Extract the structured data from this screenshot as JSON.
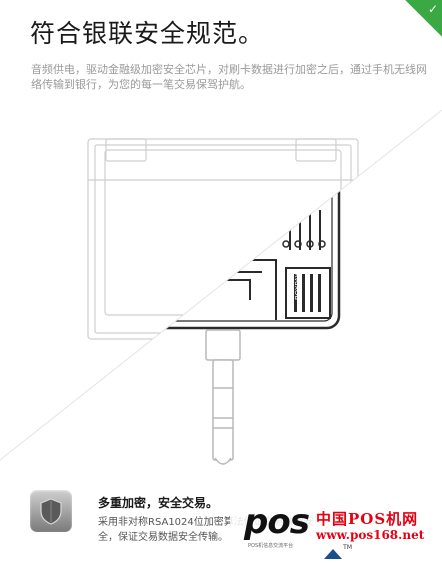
{
  "header": {
    "title": "符合银联安全规范。",
    "description": "音频供电，驱动金融级加密安全芯片，对刷卡数据进行加密之后，通过手机无线网络传输到银行，为您的每一笔交易保驾护航。"
  },
  "device": {
    "chip_label": "SLA500 P1200 ROM",
    "brand_chip_label": "BOXPAY"
  },
  "feature": {
    "title": "多重加密，安全交易。",
    "description": "采用非对称RSA1024位加密算法保证交易数据安全，保证交易数据安全传输。"
  },
  "watermark": {
    "logo": "pos",
    "tagline": "POS机信息交流平台",
    "site_name": "中国POS机网",
    "url": "www.pos168.net",
    "trademark": "TM"
  },
  "colors": {
    "accent_green": "#3aa843",
    "watermark_red": "#e60012"
  }
}
